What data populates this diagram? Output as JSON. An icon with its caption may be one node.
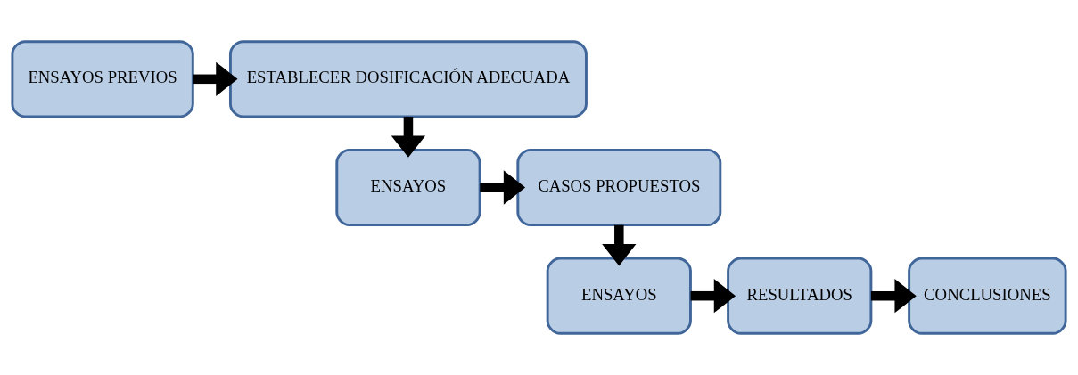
{
  "diagram": {
    "nodes": [
      {
        "text": [
          "ENSAYOS PREVIOS"
        ]
      },
      {
        "text": [
          "ESTABLECER DOSIFICACIÓN ADECUADA"
        ]
      },
      {
        "text": [
          "ENSAYOS"
        ]
      },
      {
        "text": [
          "CASOS PROPUESTOS"
        ]
      },
      {
        "text": [
          "ENSAYOS"
        ]
      },
      {
        "text": [
          "RESULTADOS"
        ]
      },
      {
        "text": [
          "CONCLUSIONES"
        ]
      }
    ],
    "edges": [
      {
        "from": 0,
        "to": 1,
        "arrow": "to"
      },
      {
        "from": 1,
        "to": 2,
        "arrow": "to"
      },
      {
        "from": 2,
        "to": 3,
        "arrow": "to"
      },
      {
        "from": 3,
        "to": 4,
        "arrow": "to"
      },
      {
        "from": 4,
        "to": 5,
        "arrow": "to"
      },
      {
        "from": 5,
        "to": 6,
        "arrow": "to"
      }
    ]
  }
}
